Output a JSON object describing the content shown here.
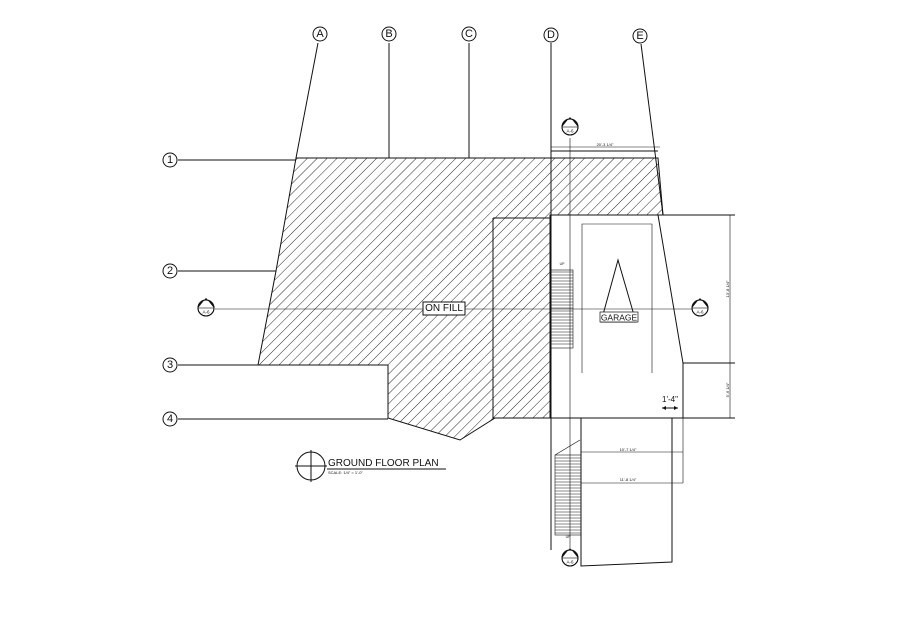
{
  "grid": {
    "columns": [
      "A",
      "B",
      "C",
      "D",
      "E"
    ],
    "rows": [
      "1",
      "2",
      "3",
      "4"
    ]
  },
  "section_marks": {
    "number": "1",
    "sheet": "A-6"
  },
  "labels": {
    "on_fill": "ON FILL",
    "garage": "GARAGE",
    "dim_small": "1'-4\"",
    "stair_up": "UP",
    "dim_top": "20'-3 1/4\"",
    "dim_right_upper": "13'-8 1/4\"",
    "dim_right_lower": "5'-6 1/4\"",
    "dim_lower_1": "10'-7 1/4\"",
    "dim_lower_2": "11'-8 1/4\""
  },
  "title_block": {
    "title": "GROUND FLOOR PLAN",
    "scale": "SCALE: 1/4\" = 1'-0\""
  }
}
